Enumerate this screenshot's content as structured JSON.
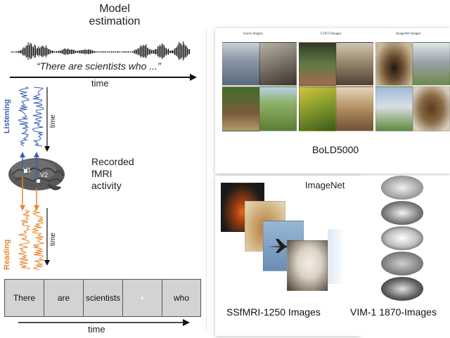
{
  "left": {
    "title_line1": "Model",
    "title_line2": "estimation",
    "quote": "“There are scientists who ...”",
    "time_label_top": "time",
    "listening_label": "Listening",
    "reading_label": "Reading",
    "time_label_listening": "time",
    "time_label_reading": "time",
    "brain_v1": "V1",
    "brain_v2": "V2",
    "recorded_line1": "Recorded",
    "recorded_line2": "fMRI",
    "recorded_line3": "activity",
    "words": [
      "There",
      "are",
      "scientists",
      "+",
      "who"
    ],
    "time_label_bottom": "time"
  },
  "bold5000": {
    "headers": [
      "Scene Images",
      "COCO Images",
      "ImageNet Images"
    ],
    "caption": "BoLD5000"
  },
  "ssfmri": {
    "label": "ImageNet",
    "caption": "SSfMRI-1250 Images"
  },
  "vim": {
    "caption": "VIM-1 1870-Images"
  },
  "colors": {
    "listening_blue": "#3a5fb8",
    "reading_orange": "#e8862a",
    "word_box_gray": "#d3d3d3"
  }
}
